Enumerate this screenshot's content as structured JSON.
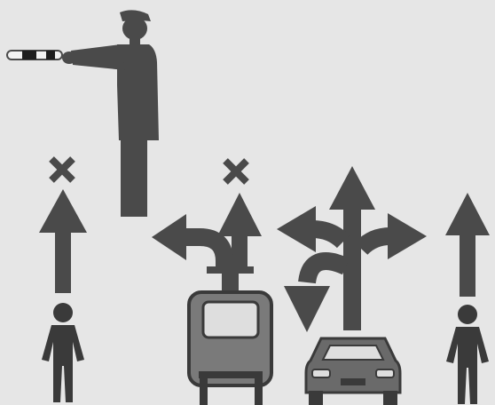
{
  "diagram": {
    "colors": {
      "background": "#e6e6e6",
      "figure": "#4a4a4a",
      "figure_dark": "#3a3a3a",
      "baton_white": "#f2f2f2",
      "baton_black": "#1e1e1e",
      "tram_body": "#7a7a7a",
      "window_light": "#dedede"
    },
    "elements": {
      "traffic_officer": "police-officer-icon",
      "baton": "baton-icon",
      "left_pedestrian": "pedestrian-icon",
      "right_pedestrian": "pedestrian-icon",
      "tram": "tram-icon",
      "car": "car-icon",
      "prohibited_markers": [
        "cross-icon",
        "cross-icon"
      ]
    },
    "movement_permissions": {
      "left_pedestrian": "prohibited",
      "tram_straight": "prohibited",
      "tram_left": "allowed",
      "car": [
        "straight",
        "left",
        "right",
        "u-turn"
      ],
      "right_pedestrian": "allowed"
    }
  }
}
